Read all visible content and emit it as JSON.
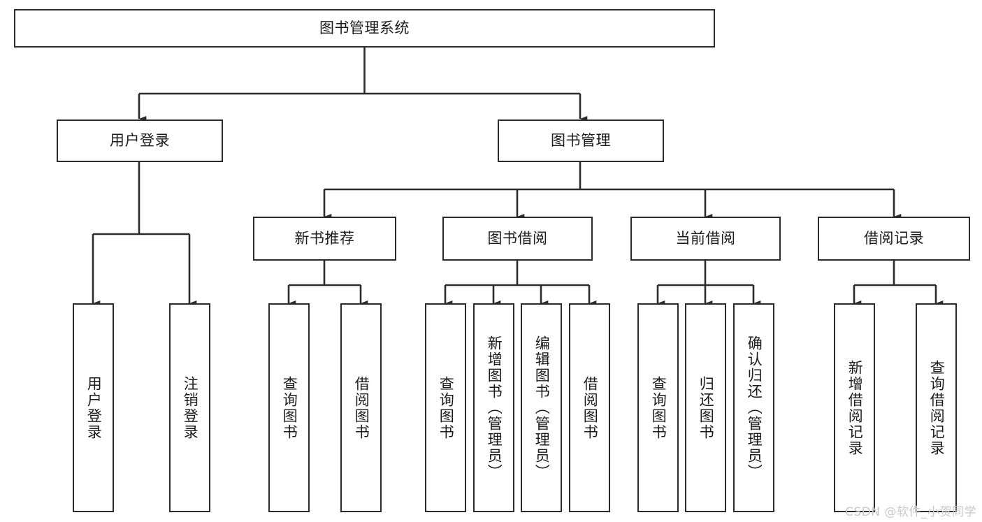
{
  "diagram": {
    "type": "tree-hierarchy-diagram",
    "title": "图书管理系统",
    "watermark": "CSDN @软件_小贺同学",
    "colors": {
      "background": "#ffffff",
      "border": "#2b2b2b",
      "text": "#1b1b1b",
      "connector": "#2b2b2b",
      "watermark": "#c9c9c9"
    },
    "levels": {
      "root": {
        "label": "图书管理系统"
      },
      "level2": [
        {
          "id": "user-login",
          "label": "用户登录"
        },
        {
          "id": "book-management",
          "label": "图书管理"
        }
      ],
      "level3": [
        {
          "id": "new-book-recommend",
          "label": "新书推荐",
          "parent": "book-management"
        },
        {
          "id": "book-borrow",
          "label": "图书借阅",
          "parent": "book-management"
        },
        {
          "id": "current-borrow",
          "label": "当前借阅",
          "parent": "book-management"
        },
        {
          "id": "borrow-record",
          "label": "借阅记录",
          "parent": "book-management"
        }
      ],
      "leaves": [
        {
          "id": "leaf-user-login",
          "label": "用户登录",
          "parent": "user-login"
        },
        {
          "id": "leaf-logout-login",
          "label": "注销登录",
          "parent": "user-login"
        },
        {
          "id": "leaf-query-book-1",
          "label": "查询图书",
          "parent": "new-book-recommend"
        },
        {
          "id": "leaf-borrow-book-1",
          "label": "借阅图书",
          "parent": "new-book-recommend"
        },
        {
          "id": "leaf-query-book-2",
          "label": "查询图书",
          "parent": "book-borrow"
        },
        {
          "id": "leaf-add-book",
          "label": "新增图书（管理员）",
          "parent": "book-borrow"
        },
        {
          "id": "leaf-edit-book",
          "label": "编辑图书（管理员）",
          "parent": "book-borrow"
        },
        {
          "id": "leaf-borrow-book-2",
          "label": "借阅图书",
          "parent": "book-borrow"
        },
        {
          "id": "leaf-query-book-3",
          "label": "查询图书",
          "parent": "current-borrow"
        },
        {
          "id": "leaf-return-book",
          "label": "归还图书",
          "parent": "current-borrow"
        },
        {
          "id": "leaf-confirm-return",
          "label": "确认归还（管理员）",
          "parent": "current-borrow"
        },
        {
          "id": "leaf-add-record",
          "label": "新增借阅记录",
          "parent": "borrow-record"
        },
        {
          "id": "leaf-query-record",
          "label": "查询借阅记录",
          "parent": "borrow-record"
        }
      ]
    }
  }
}
